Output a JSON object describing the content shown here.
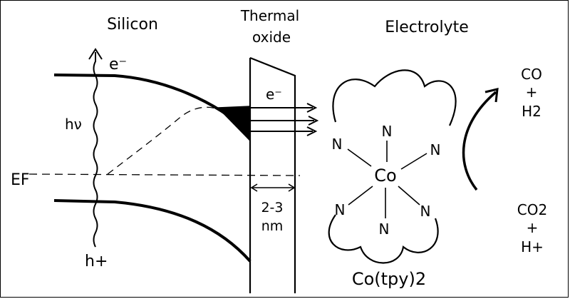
{
  "labels": {
    "silicon": "Silicon",
    "thermal": "Thermal",
    "oxide": "oxide",
    "electrolyte": "Electrolyte",
    "electron_top": "e⁻",
    "electron_tunnel": "e⁻",
    "hv": "hν",
    "fermi": "EF",
    "hole": "h+",
    "thickness_value": "2-3",
    "thickness_unit": "nm",
    "complex_name": "Co(tpy)2",
    "metal": "Co",
    "ligand_atom": "N",
    "product_co": "CO",
    "product_plus": "+",
    "product_h2": "H2",
    "reactant_co2": "CO2",
    "reactant_plus": "+",
    "reactant_h": "H+"
  },
  "colors": {
    "ink": "#000000",
    "background": "#ffffff"
  }
}
